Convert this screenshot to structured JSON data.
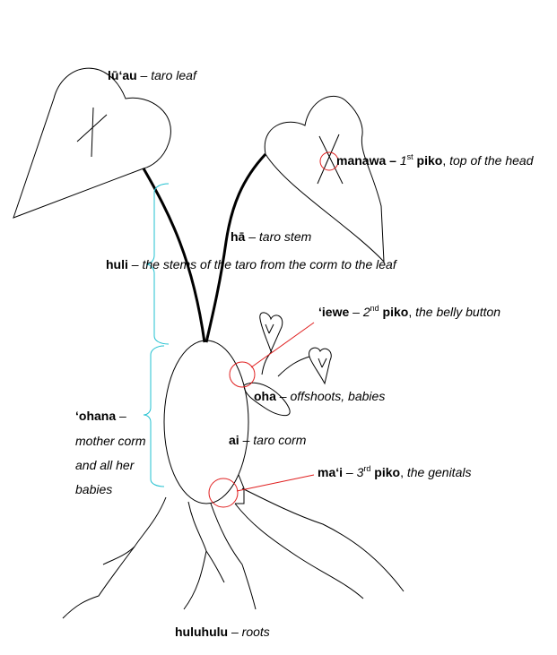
{
  "labels": {
    "luau": {
      "term": "lū‘au",
      "sep": " – ",
      "desc": "taro leaf"
    },
    "manawa": {
      "term": "manawa –",
      "num": " 1",
      "sup": "st",
      "piko": " piko",
      "desc_a": ", ",
      "desc": "top of the head"
    },
    "ha": {
      "term": "hā",
      "sep": " – ",
      "desc": "taro stem"
    },
    "huli": {
      "term": "huli",
      "sep": " – ",
      "desc": "the stems of the taro from the corm to the leaf"
    },
    "iewe": {
      "term": "‘iewe",
      "sep": " – ",
      "num": "2",
      "sup": "nd",
      "piko": " piko",
      "desc_a": ", ",
      "desc": "the belly button"
    },
    "oha": {
      "term": "oha",
      "sep": " – ",
      "desc": "offshoots, babies"
    },
    "ohana": {
      "term": "‘ohana",
      "sep": " –",
      "line1": "mother corm",
      "line2": "and all her",
      "line3": "babies"
    },
    "ai": {
      "term": "ai",
      "sep": " – ",
      "desc": "taro corm"
    },
    "mai": {
      "term": "ma‘i",
      "sep": " – ",
      "num": "3",
      "sup": "rd",
      "piko": " piko",
      "desc_a": ", ",
      "desc": "the genitals"
    },
    "huluhulu": {
      "term": "huluhulu",
      "sep": " – ",
      "desc": "roots"
    }
  },
  "colors": {
    "ink": "#000000",
    "piko_circle": "#e02020",
    "bracket": "#20c0d0"
  }
}
